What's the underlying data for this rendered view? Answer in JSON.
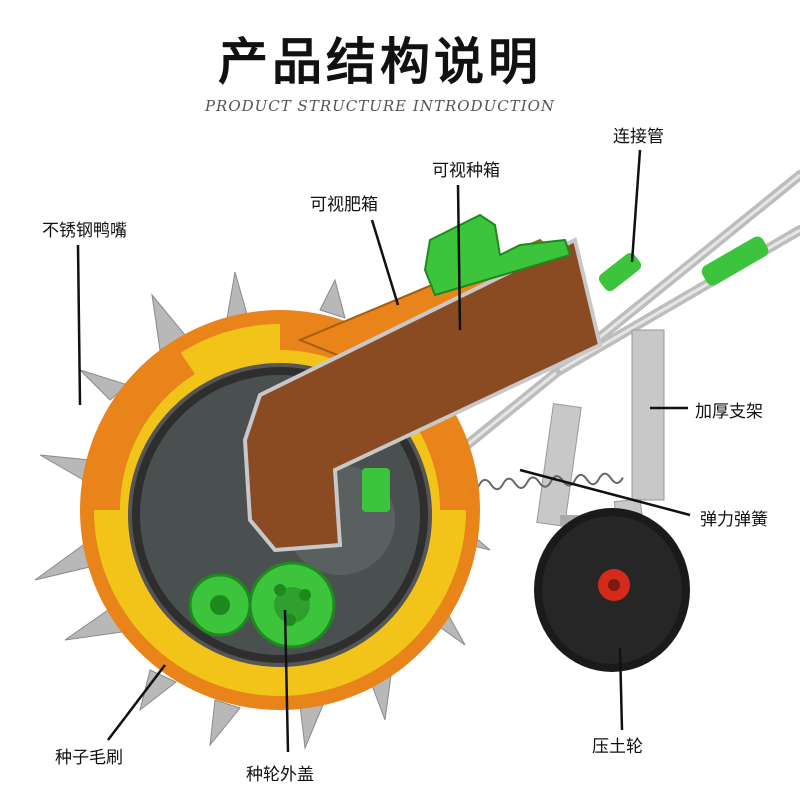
{
  "header": {
    "title": "产品结构说明",
    "subtitle": "PRODUCT  STRUCTURE INTRODUCTION"
  },
  "labels": {
    "connector_pipe": "连接管",
    "seed_box": "可视种箱",
    "fertilizer_box": "可视肥箱",
    "duckbill": "不锈钢鸭嘴",
    "frame": "加厚支架",
    "spring": "弹力弹簧",
    "brush": "种子毛刷",
    "wheel_cover": "种轮外盖",
    "press_wheel": "压土轮"
  },
  "colors": {
    "wheel_orange": "#e8841a",
    "wheel_yellow": "#f2c41a",
    "box_brown": "#8a4a22",
    "handle_green": "#3cc43c",
    "frame_silver": "#c8c8c8",
    "spike_steel": "#b8b8b8",
    "press_wheel_black": "#1a1a1a",
    "hub_red": "#d42a1a"
  }
}
